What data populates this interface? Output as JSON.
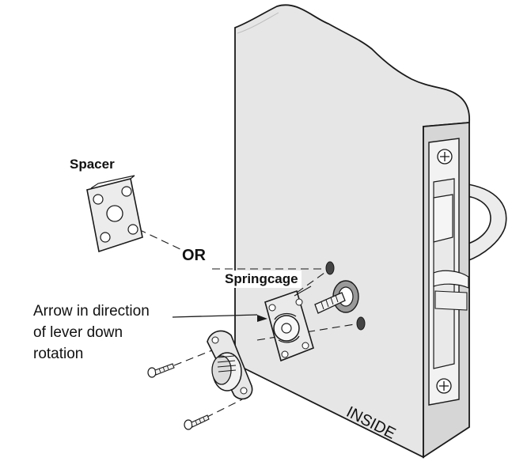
{
  "labels": {
    "spacer": "Spacer",
    "or": "OR",
    "springcage": "Springcage",
    "arrow_note": [
      "Arrow in direction",
      "of lever down",
      "rotation"
    ],
    "inside": "INSIDE"
  },
  "colors": {
    "line": "#1a1a1a",
    "door": "#e6e6e6",
    "door_edge": "#d2d2d2",
    "door_top": "#ededed",
    "part": "#e3e3e3",
    "paper": "#ffffff"
  }
}
